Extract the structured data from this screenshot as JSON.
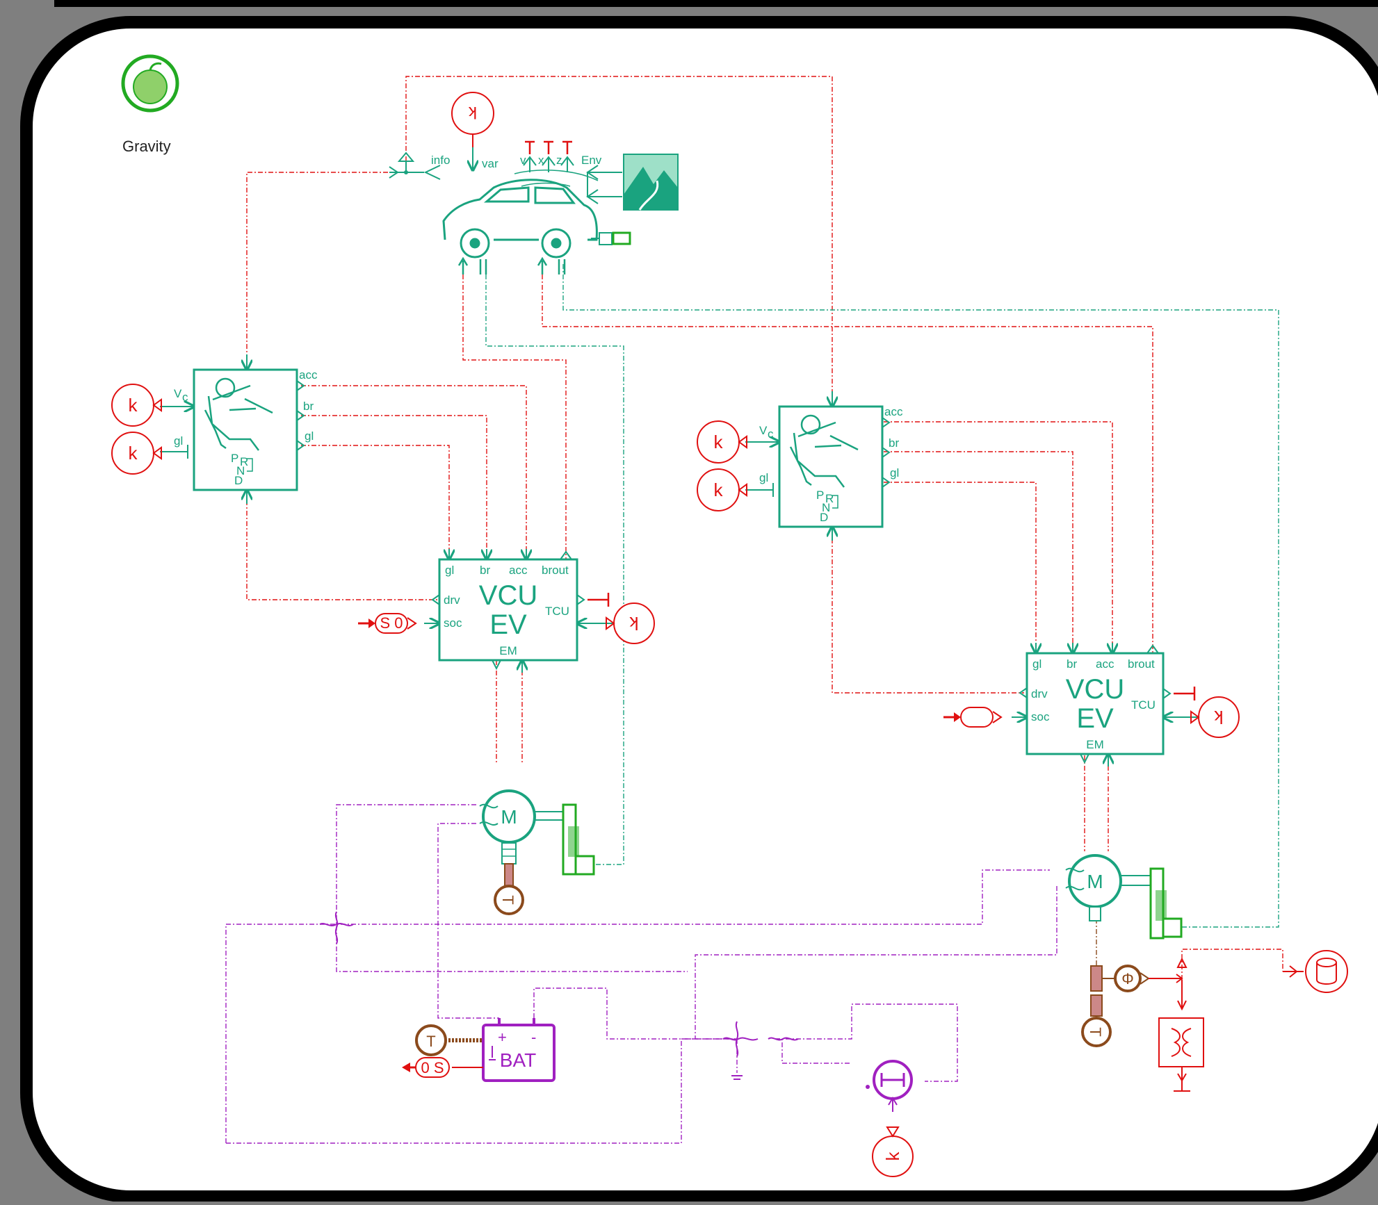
{
  "gravity": {
    "label": "Gravity"
  },
  "vehicle": {
    "info_label": "info",
    "var_label": "var",
    "v_label": "v",
    "x_label": "x",
    "z_label": "z",
    "env_label": "Env"
  },
  "drivers": [
    {
      "vc_label": "V",
      "vc_sub": "c",
      "gl_label": "gl",
      "acc_label": "acc",
      "br_label": "br",
      "gl_out_label": "gl",
      "gear_p": "P",
      "gear_r": "R",
      "gear_n": "N",
      "gear_d": "D"
    },
    {
      "vc_label": "V",
      "vc_sub": "c",
      "gl_label": "gl",
      "acc_label": "acc",
      "br_label": "br",
      "gl_out_label": "gl",
      "gear_p": "P",
      "gear_r": "R",
      "gear_n": "N",
      "gear_d": "D"
    }
  ],
  "vcus": [
    {
      "title1": "VCU",
      "title2": "EV",
      "gl": "gl",
      "br": "br",
      "acc": "acc",
      "brout": "brout",
      "drv": "drv",
      "soc": "soc",
      "tcu": "TCU",
      "em": "EM"
    },
    {
      "title1": "VCU",
      "title2": "EV",
      "gl": "gl",
      "br": "br",
      "acc": "acc",
      "brout": "brout",
      "drv": "drv",
      "soc": "soc",
      "tcu": "TCU",
      "em": "EM"
    }
  ],
  "constants": {
    "k": "k"
  },
  "soc_source": {
    "label": "S 0"
  },
  "soc_sensor": {
    "label": "0 S"
  },
  "motor": {
    "label": "M"
  },
  "thermal": {
    "label": "T"
  },
  "battery": {
    "label": "BAT",
    "plus": "+",
    "minus": "-"
  },
  "flow_sensor": {
    "label": "Φ"
  },
  "colors": {
    "green": "#1aa37f",
    "red": "#e01010",
    "purple": "#a020c0",
    "brown": "#8b4a1c",
    "bright_green": "#22aa22"
  }
}
